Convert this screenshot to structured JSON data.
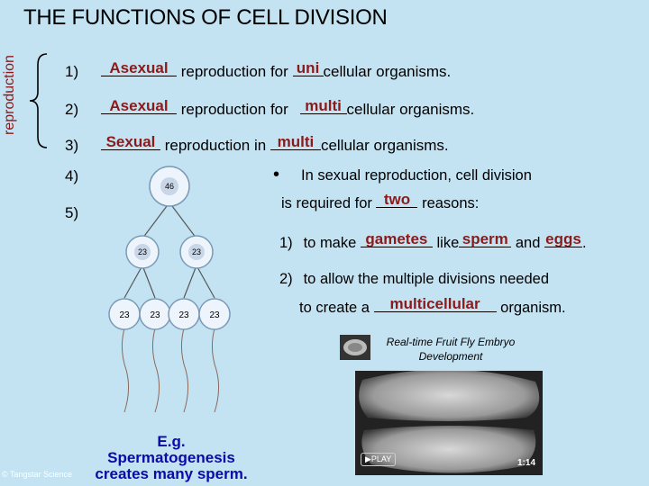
{
  "title": "THE FUNCTIONS OF CELL DIVISION",
  "side_label": "reproduction",
  "items": [
    {
      "num": "1)",
      "fill1": "Asexual",
      "mid": "reproduction for",
      "fill2": "uni",
      "end": "cellular organisms."
    },
    {
      "num": "2)",
      "fill1": "Asexual",
      "mid": "reproduction for",
      "fill2": "multi",
      "end": "cellular organisms."
    },
    {
      "num": "3)",
      "fill1": "Sexual",
      "mid": "reproduction in",
      "fill2": "multi",
      "end": "cellular organisms."
    },
    {
      "num": "4)"
    },
    {
      "num": "5)"
    }
  ],
  "right": {
    "line1": "In sexual reproduction, cell division",
    "line2a": "is required for",
    "line2_fill": "two",
    "line2b": "reasons:",
    "r1_num": "1)",
    "r1_a": "to make",
    "r1_fill1": "gametes",
    "r1_b": "like",
    "r1_fill2": "sperm",
    "r1_c": "and",
    "r1_fill3": "eggs",
    "r1_d": ".",
    "r2_num": "2)",
    "r2_line1": "to allow the multiple divisions needed",
    "r2_line2a": "to create a",
    "r2_fill": "multicellular",
    "r2_line2b": "organism."
  },
  "diagram": {
    "top": "46",
    "mid": [
      "23",
      "23"
    ],
    "bottom": [
      "23",
      "23",
      "23",
      "23"
    ]
  },
  "video": {
    "label_line1": "Real-time Fruit Fly Embryo",
    "label_line2": "Development",
    "play": "▶PLAY",
    "duration": "1:14"
  },
  "caption": {
    "line1": "E.g.",
    "line2": "Spermatogenesis",
    "line3": "creates many sperm."
  },
  "copyright": "© Tangstar Science",
  "colors": {
    "background": "#c3e3f3",
    "answer": "#8b1a1a",
    "caption": "#0a0aa8"
  }
}
